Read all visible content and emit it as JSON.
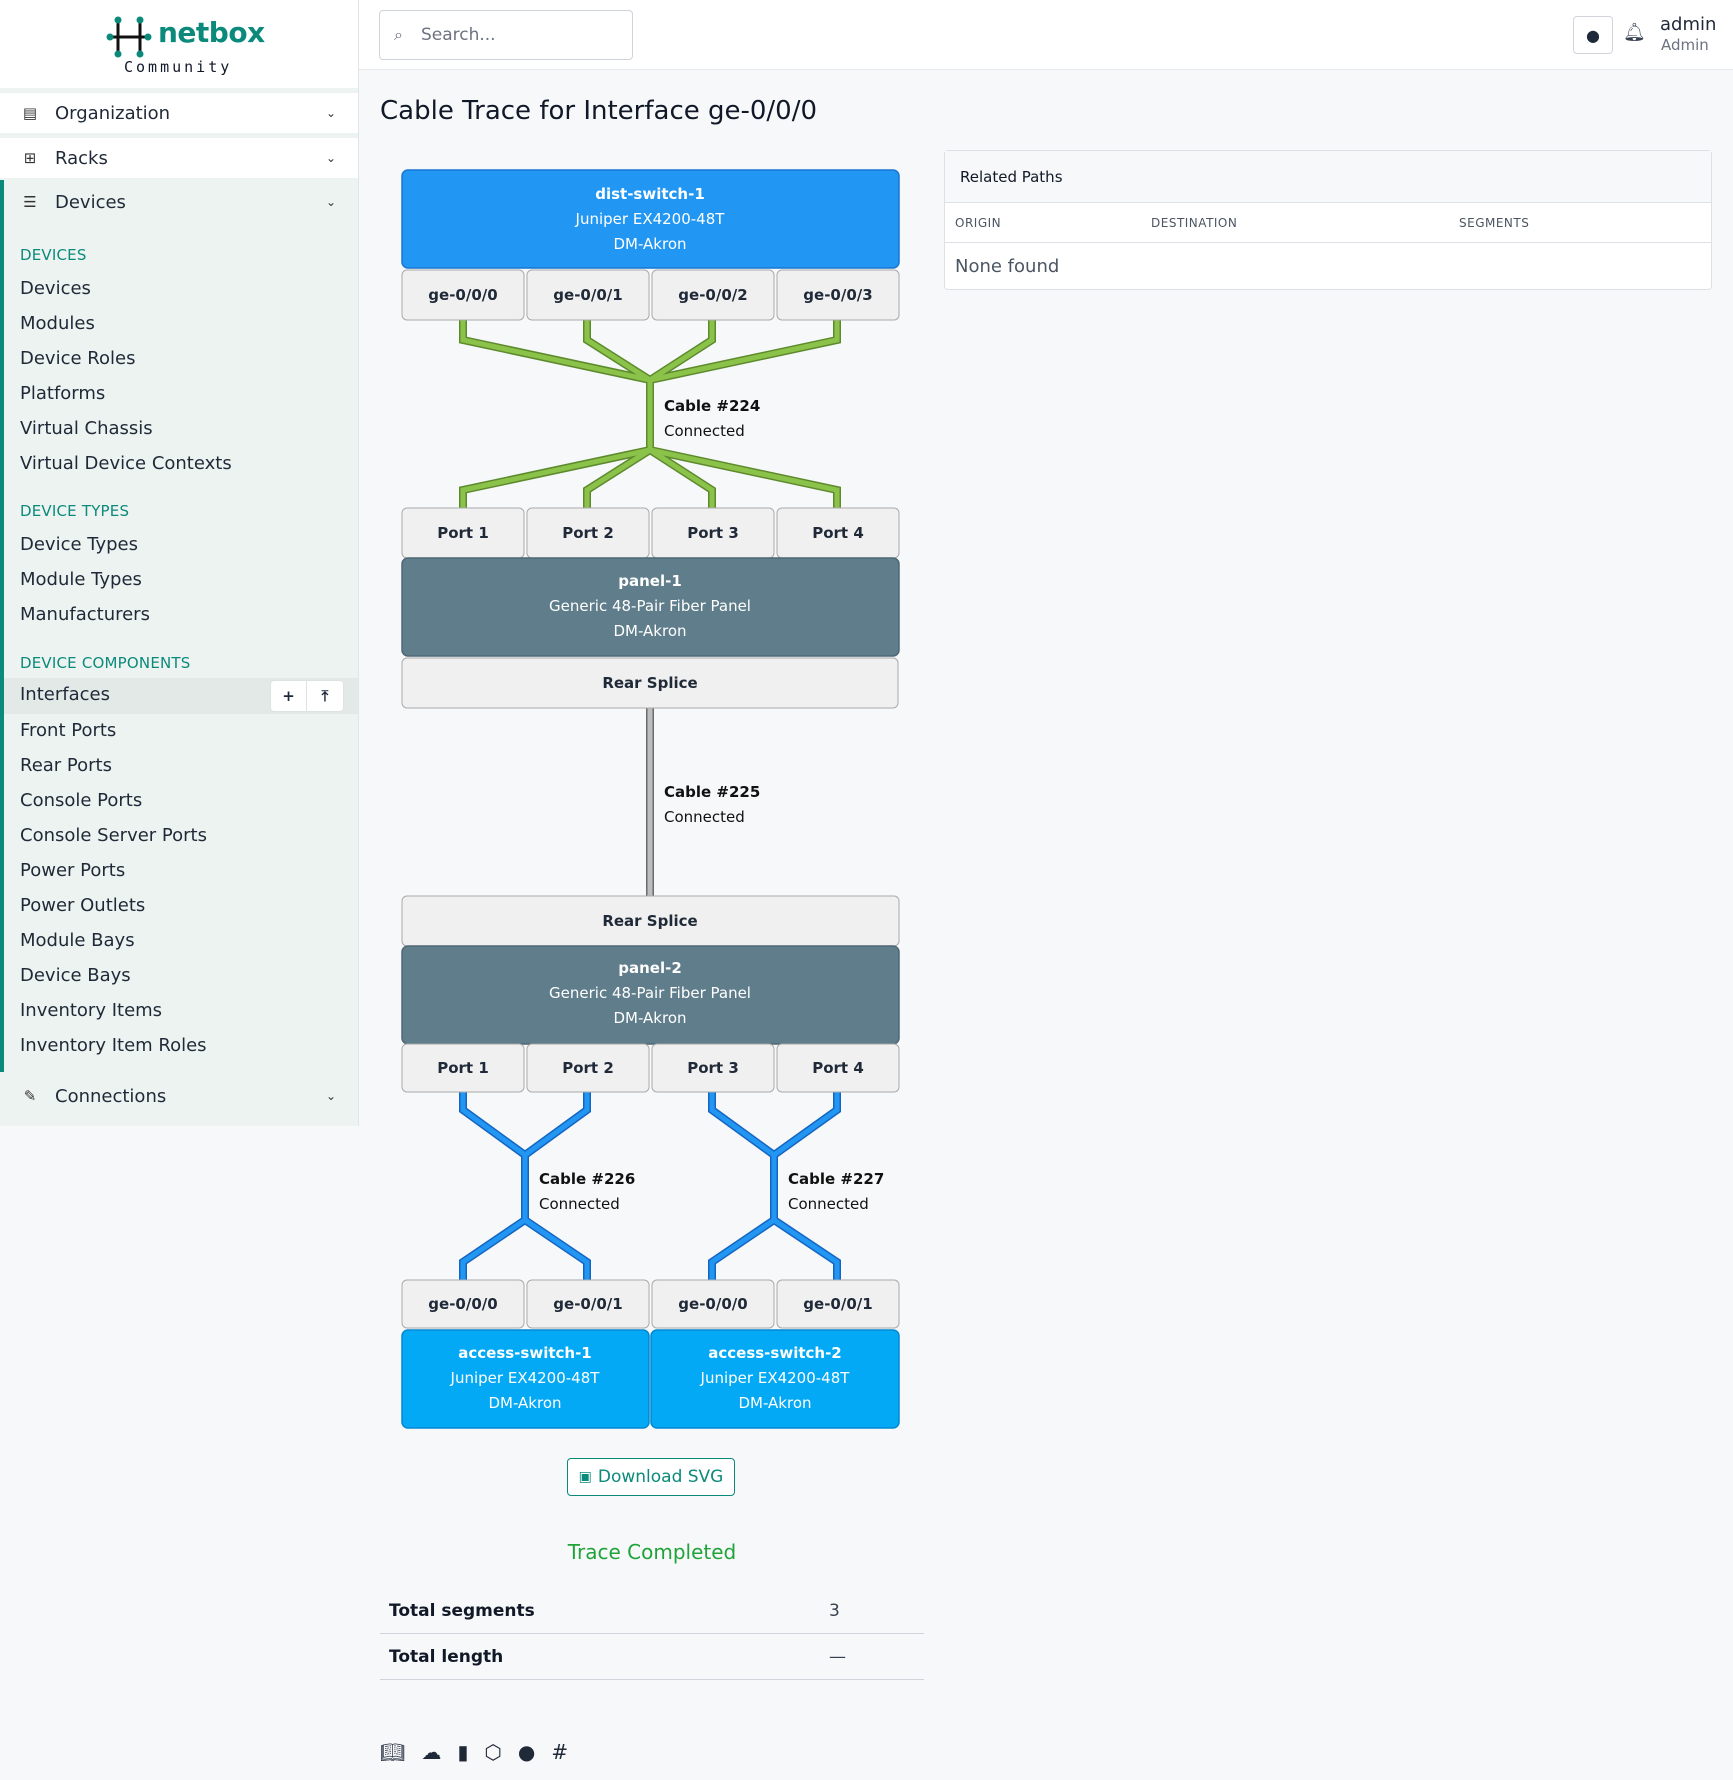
{
  "logo": {
    "brand": "netbox",
    "sub": "Community"
  },
  "search": {
    "placeholder": "Search..."
  },
  "user": {
    "name": "admin",
    "role": "Admin"
  },
  "nav": {
    "organization": "Organization",
    "racks": "Racks",
    "devices": "Devices",
    "connections": "Connections"
  },
  "sections": {
    "devices": {
      "title": "DEVICES",
      "items": [
        "Devices",
        "Modules",
        "Device Roles",
        "Platforms",
        "Virtual Chassis",
        "Virtual Device Contexts"
      ]
    },
    "device_types": {
      "title": "DEVICE TYPES",
      "items": [
        "Device Types",
        "Module Types",
        "Manufacturers"
      ]
    },
    "device_components": {
      "title": "DEVICE COMPONENTS",
      "active": "Interfaces",
      "items": [
        "Front Ports",
        "Rear Ports",
        "Console Ports",
        "Console Server Ports",
        "Power Ports",
        "Power Outlets",
        "Module Bays",
        "Device Bays",
        "Inventory Items",
        "Inventory Item Roles"
      ]
    }
  },
  "page": {
    "title": "Cable Trace for Interface ge-0/0/0"
  },
  "trace": {
    "top_device": {
      "name": "dist-switch-1",
      "type": "Juniper EX4200-48T",
      "site": "DM-Akron"
    },
    "top_ports": [
      "ge-0/0/0",
      "ge-0/0/1",
      "ge-0/0/2",
      "ge-0/0/3"
    ],
    "cable_224": {
      "label": "Cable #224",
      "status": "Connected"
    },
    "panel1_ports": [
      "Port 1",
      "Port 2",
      "Port 3",
      "Port 4"
    ],
    "panel1": {
      "name": "panel-1",
      "type": "Generic 48-Pair Fiber Panel",
      "site": "DM-Akron"
    },
    "rear_splice_1": "Rear Splice",
    "cable_225": {
      "label": "Cable #225",
      "status": "Connected"
    },
    "rear_splice_2": "Rear Splice",
    "panel2": {
      "name": "panel-2",
      "type": "Generic 48-Pair Fiber Panel",
      "site": "DM-Akron"
    },
    "panel2_ports": [
      "Port 1",
      "Port 2",
      "Port 3",
      "Port 4"
    ],
    "cable_226": {
      "label": "Cable #226",
      "status": "Connected"
    },
    "cable_227": {
      "label": "Cable #227",
      "status": "Connected"
    },
    "bottom_ports": [
      "ge-0/0/0",
      "ge-0/0/1",
      "ge-0/0/0",
      "ge-0/0/1"
    ],
    "access1": {
      "name": "access-switch-1",
      "type": "Juniper EX4200-48T",
      "site": "DM-Akron"
    },
    "access2": {
      "name": "access-switch-2",
      "type": "Juniper EX4200-48T",
      "site": "DM-Akron"
    }
  },
  "download_label": "Download SVG",
  "trace_status": "Trace Completed",
  "summary": [
    {
      "key": "Total segments",
      "value": "3"
    },
    {
      "key": "Total length",
      "value": "—"
    }
  ],
  "related": {
    "title": "Related Paths",
    "columns": [
      "ORIGIN",
      "DESTINATION",
      "SEGMENTS"
    ],
    "empty": "None found"
  },
  "colors": {
    "accent": "#0b8a7b",
    "device_top": "#2196f3",
    "device_access": "#03a9f4",
    "panel": "#607d8b",
    "cable_green": "#8bc34a",
    "cable_gray": "#9e9e9e",
    "cable_blue": "#2196f3"
  },
  "footer_icons": [
    "docs-icon",
    "api-icon",
    "book-icon",
    "graphql-icon",
    "github-icon",
    "slack-icon"
  ]
}
